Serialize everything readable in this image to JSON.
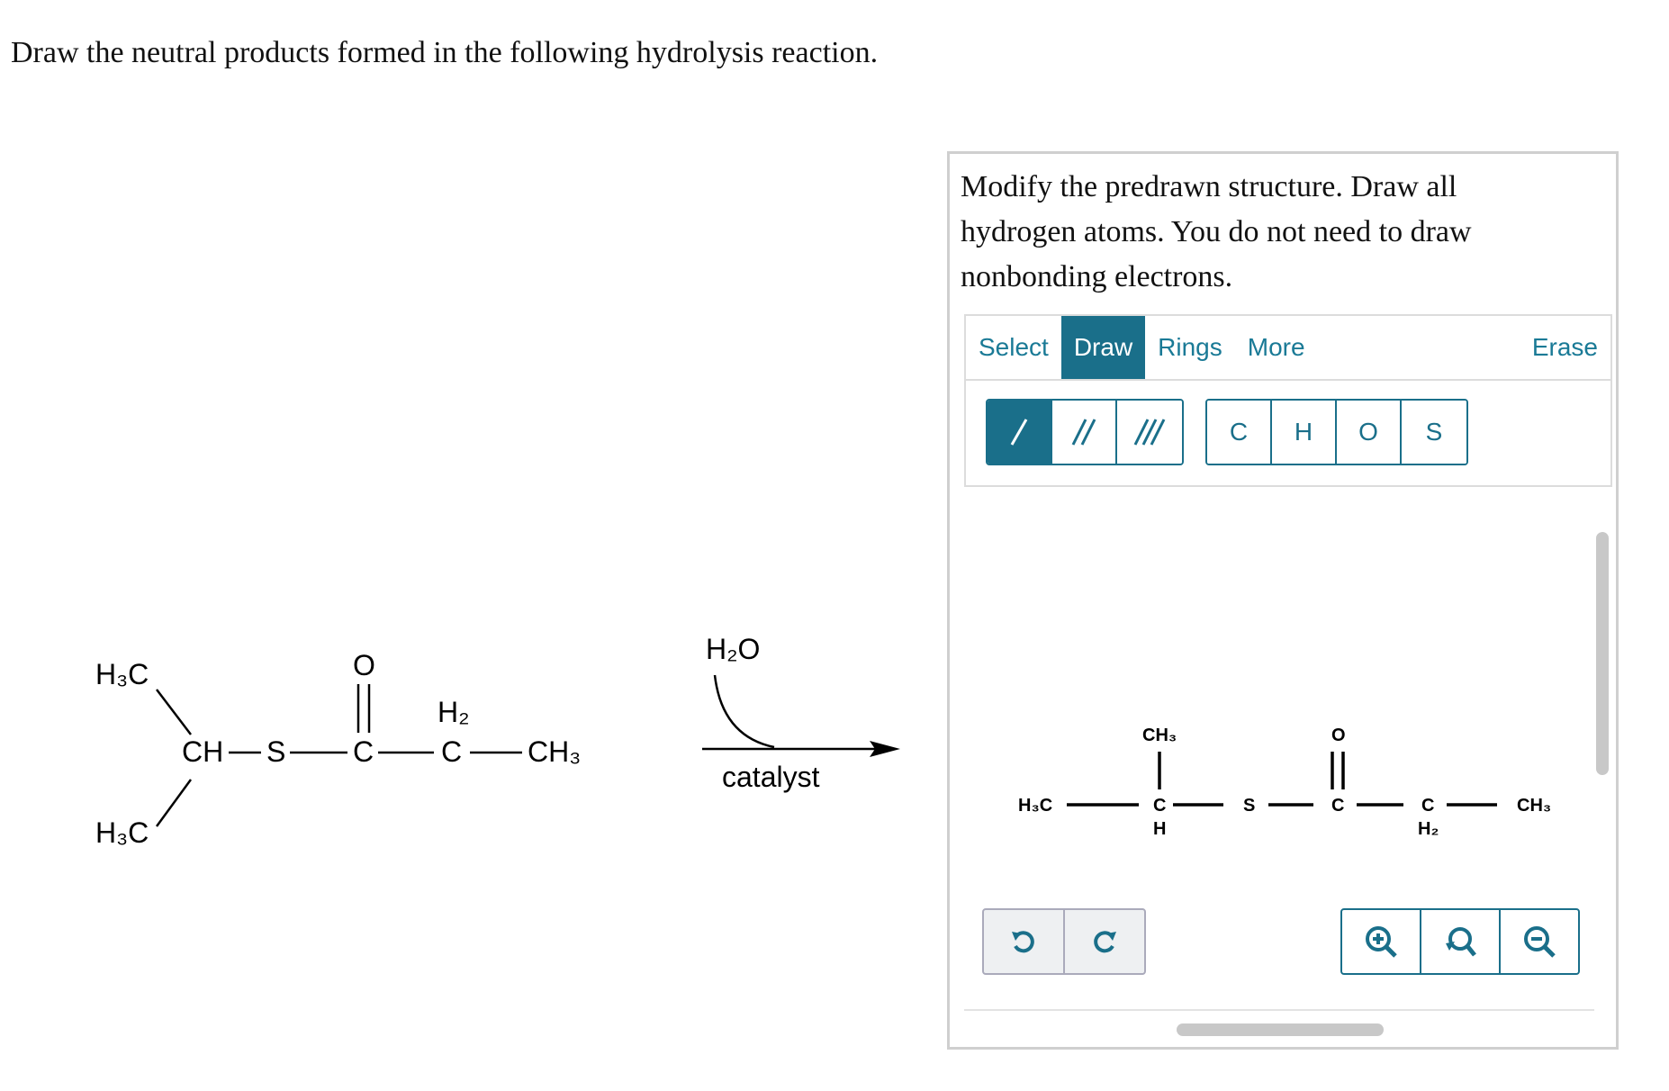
{
  "question": "Draw the neutral products formed in the following hydrolysis reaction.",
  "reaction": {
    "reactant": {
      "h3c_top": "H₃C",
      "h3c_bottom": "H₃C",
      "ch": "CH",
      "s": "S",
      "c_carbonyl": "C",
      "o": "O",
      "h2": "H₂",
      "c_methylene": "C",
      "ch3": "CH₃"
    },
    "reagent": "H₂O",
    "condition": "catalyst"
  },
  "editor": {
    "instructions": "Modify the predrawn structure. Draw all hydrogen atoms. You do not need to draw nonbonding electrons.",
    "tabs": [
      "Select",
      "Draw",
      "Rings",
      "More"
    ],
    "active_tab": "Draw",
    "erase_label": "Erase",
    "bond_tools": [
      "/",
      "//",
      "///"
    ],
    "atom_tools": [
      "C",
      "H",
      "O",
      "S"
    ],
    "structure": {
      "h3c": "H₃C",
      "ch3_top": "CH₃",
      "c1": "C",
      "h1": "H",
      "s": "S",
      "o": "O",
      "c2": "C",
      "c3": "C",
      "h2": "H₂",
      "ch3_end": "CH₃"
    },
    "icons": {
      "undo": "undo-icon",
      "redo": "redo-icon",
      "zoom_in": "zoom-in-icon",
      "zoom_reset": "zoom-reset-icon",
      "zoom_out": "zoom-out-icon"
    },
    "colors": {
      "accent": "#1a6f8a"
    }
  }
}
